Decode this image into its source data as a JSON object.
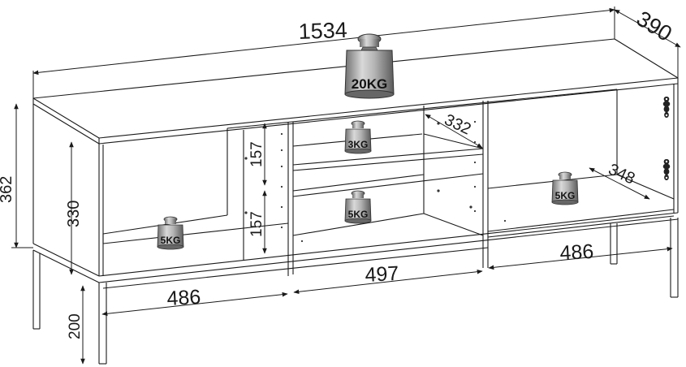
{
  "dimensions": {
    "total_width": "1534",
    "depth": "390",
    "total_height": "362",
    "body_height": "330",
    "shelf_upper_height": "157",
    "shelf_lower_height": "157",
    "shelf_depth_middle": "332",
    "shelf_depth_right": "348",
    "leg_height": "200",
    "compartment_left_width": "486",
    "compartment_middle_width": "497",
    "compartment_right_width": "486"
  },
  "weights": {
    "top": "20KG",
    "middle_upper_shelf": "3KG",
    "middle_lower_shelf": "5KG",
    "left_bottom": "5KG",
    "right_bottom": "5KG"
  },
  "icons": [
    "weight-icon",
    "hinge-icon"
  ]
}
